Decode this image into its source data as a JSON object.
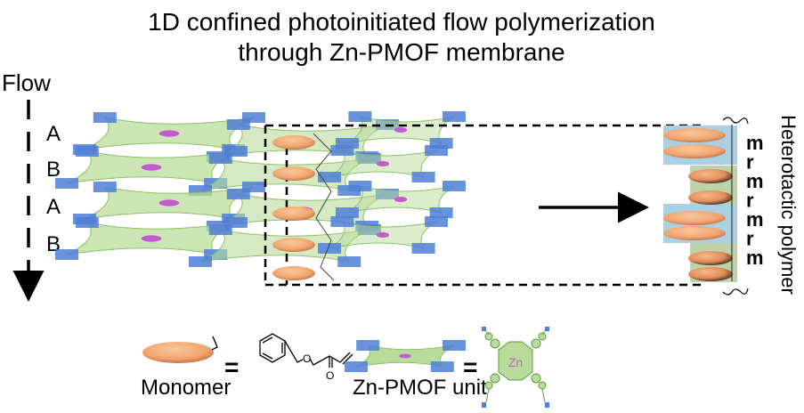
{
  "title": {
    "line1": "1D confined photoinitiated flow polymerization",
    "line2": "through Zn-PMOF membrane"
  },
  "flow": {
    "label": "Flow",
    "layers": [
      "A",
      "B",
      "A",
      "B"
    ]
  },
  "polymer": {
    "label": "Heterotactic polymer",
    "tacticity": [
      "m",
      "r",
      "m",
      "r",
      "m",
      "r",
      "m"
    ]
  },
  "legend": {
    "monomer_label": "Monomer",
    "equals": "=",
    "unit_label": "Zn-PMOF unit",
    "zn_label": "Zn",
    "oxygen_label": "O",
    "carbonyl_oxygen_label": "O"
  },
  "colors": {
    "monomer": "#f0a46e",
    "sheet": "#b9dc9a",
    "node": "#4f7fd6",
    "zn_site": "#c45ad2",
    "layer_a_bg": "#a9d0e4",
    "layer_b_bg": "#bfd3a9"
  }
}
